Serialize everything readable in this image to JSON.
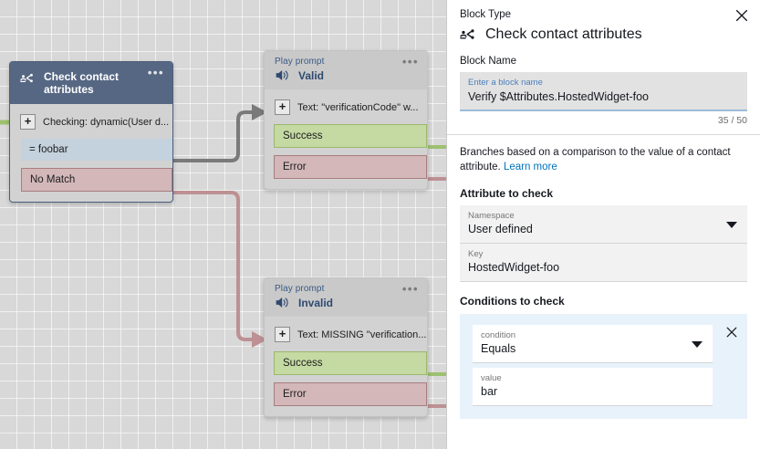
{
  "canvas": {
    "nodes": [
      {
        "id": "check-contact-attributes",
        "kicker": "",
        "title": "Check contact attributes",
        "icon": "contact-attributes-icon",
        "menu": "•••",
        "param": "Checking: dynamic(User d...",
        "branches": [
          {
            "label": "= foobar",
            "kind": "match"
          },
          {
            "label": "No Match",
            "kind": "nomatch"
          }
        ]
      },
      {
        "id": "play-prompt-valid",
        "kicker": "Play prompt",
        "title": "Valid",
        "icon": "speaker-icon",
        "menu": "•••",
        "param": "Text: \"verificationCode\" w...",
        "branches": [
          {
            "label": "Success",
            "kind": "success"
          },
          {
            "label": "Error",
            "kind": "error"
          }
        ]
      },
      {
        "id": "play-prompt-invalid",
        "kicker": "Play prompt",
        "title": "Invalid",
        "icon": "speaker-icon",
        "menu": "•••",
        "param": "Text: MISSING \"verification...",
        "branches": [
          {
            "label": "Success",
            "kind": "success"
          },
          {
            "label": "Error",
            "kind": "error"
          }
        ]
      }
    ],
    "plus_glyph": "+",
    "colors": {
      "node_header": "#566783",
      "node_body": "#d2d2d2",
      "branch_match": "#c4d2dd",
      "branch_nomatch": "#d3b7b9",
      "branch_success": "#c5d9a3",
      "wire_gray": "#7a7a7a",
      "wire_red": "#bd9193",
      "wire_green": "#9dc16f"
    }
  },
  "panel": {
    "block_type_label": "Block Type",
    "block_type_name": "Check contact attributes",
    "block_type_icon": "contact-attributes-icon",
    "close_icon": "close-icon",
    "block_name_label": "Block Name",
    "block_name_hint": "Enter a block name",
    "block_name_value": "Verify $Attributes.HostedWidget-foo",
    "char_counter": "35 / 50",
    "description": "Branches based on a comparison to the value of a contact attribute.",
    "learn_more": "Learn more",
    "attribute_section_title": "Attribute to check",
    "namespace_hint": "Namespace",
    "namespace_value": "User defined",
    "key_hint": "Key",
    "key_value": "HostedWidget-foo",
    "conditions_section_title": "Conditions to check",
    "condition_hint": "condition",
    "condition_value": "Equals",
    "value_hint": "value",
    "value_value": "bar",
    "condition_close_icon": "close-icon",
    "accent_link_color": "#0073bb"
  }
}
